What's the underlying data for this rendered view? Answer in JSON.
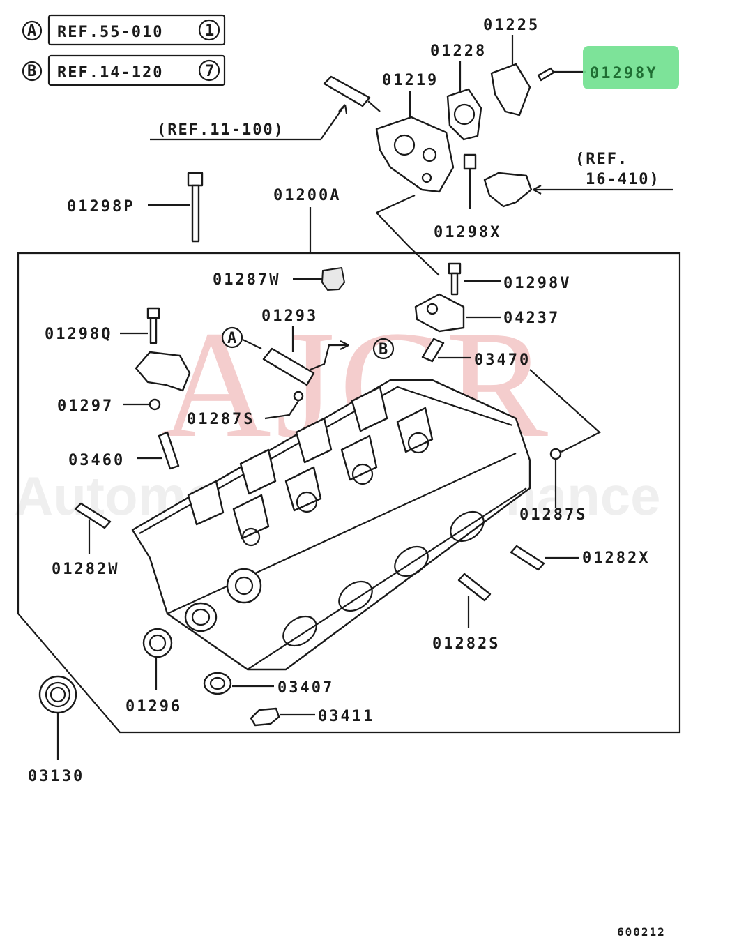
{
  "refs": [
    {
      "marker": "A",
      "text": "REF.55-010",
      "circled": "1"
    },
    {
      "marker": "B",
      "text": "REF.14-120",
      "circled": "7"
    }
  ],
  "watermark": {
    "main": "AJCR",
    "sub": "Automotive Performance"
  },
  "ref_labels": {
    "ref_11_100": "(REF.11-100)",
    "ref_16_410_line1": "(REF.",
    "ref_16_410_line2": "16-410)"
  },
  "part_labels": {
    "p01225": "01225",
    "p01228": "01228",
    "p01219": "01219",
    "p01298Y": "01298Y",
    "p01298P": "01298P",
    "p01200A": "01200A",
    "p01298X": "01298X",
    "p01287W": "01287W",
    "p01298V": "01298V",
    "p01293": "01293",
    "p04237": "04237",
    "p01298Q": "01298Q",
    "p03470": "03470",
    "p01297": "01297",
    "p01287S_a": "01287S",
    "p03460": "03460",
    "p01287S_b": "01287S",
    "p01282W": "01282W",
    "p01282X": "01282X",
    "p01282S": "01282S",
    "p01296": "01296",
    "p03407": "03407",
    "p03411": "03411",
    "p03130": "03130"
  },
  "callout_markers": {
    "a": "A",
    "b": "B"
  },
  "highlight_color": "#6fe08e",
  "figure_number": "600212"
}
